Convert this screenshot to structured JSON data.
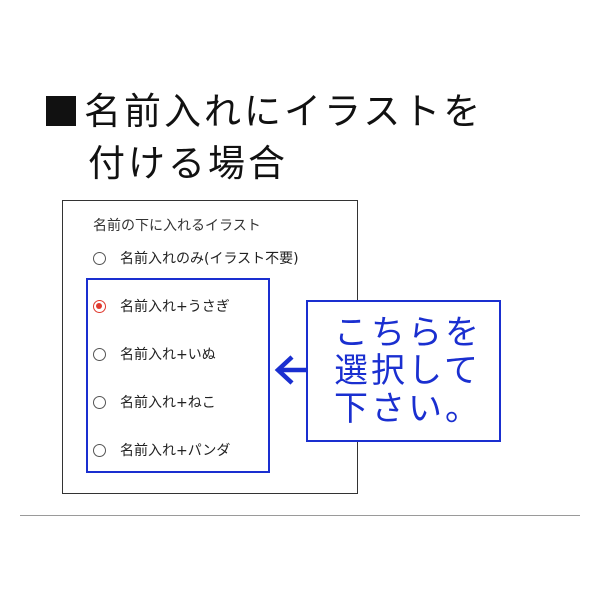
{
  "heading": {
    "line1": "名前入れにイラストを",
    "line2": "付ける場合"
  },
  "form": {
    "label": "名前の下に入れるイラスト",
    "options": [
      {
        "label": "名前入れのみ(イラスト不要)",
        "selected": false
      },
      {
        "label": "名前入れ+うさぎ",
        "selected": true
      },
      {
        "label": "名前入れ+いぬ",
        "selected": false
      },
      {
        "label": "名前入れ+ねこ",
        "selected": false
      },
      {
        "label": "名前入れ+パンダ",
        "selected": false
      }
    ]
  },
  "callout": {
    "text": "こちらを\n選択して\n下さい。"
  },
  "colors": {
    "accent_blue": "#1a2fd0",
    "radio_selected": "#e03a2f",
    "text": "#111111"
  },
  "icons": {
    "bullet": "black-square-icon",
    "arrow": "arrow-left-icon"
  }
}
